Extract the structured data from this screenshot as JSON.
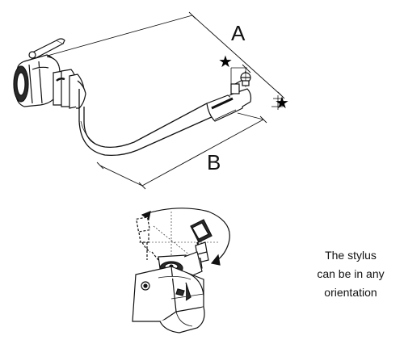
{
  "dimension_labels": {
    "a": "A",
    "b": "B"
  },
  "callout_marker": "★",
  "caption": {
    "lines": [
      "The stylus",
      "can be in any",
      "orientation"
    ]
  }
}
